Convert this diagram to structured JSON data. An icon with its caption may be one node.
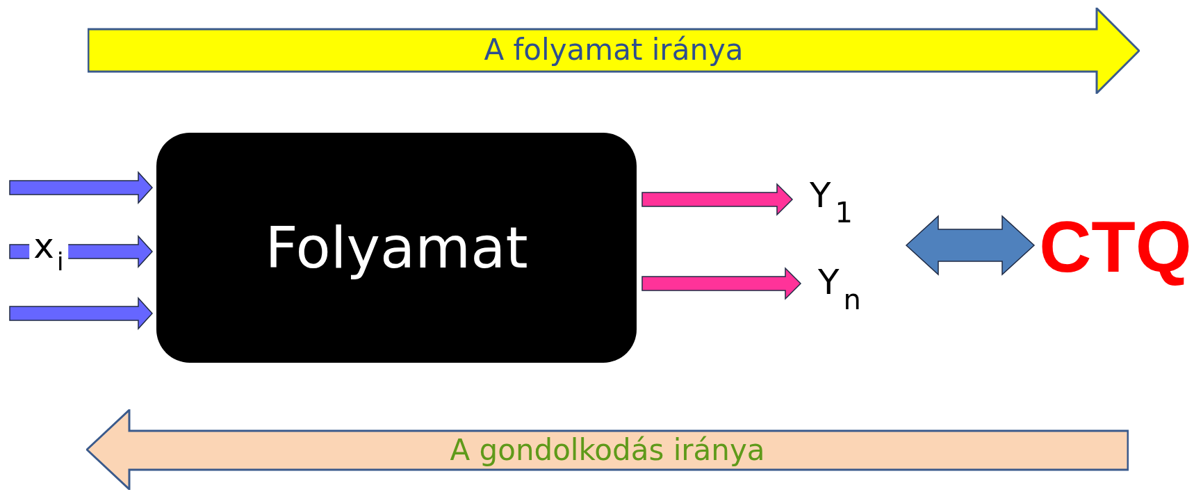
{
  "diagram": {
    "nodes": [
      {
        "text": [
          "A folyamat iránya"
        ]
      },
      {
        "text": [
          "Folyamat"
        ]
      },
      {
        "text": [
          "Y$_{1}$"
        ]
      },
      {
        "text": [
          "Y$_{n}$"
        ]
      },
      {
        "text": [
          "CTQ"
        ]
      },
      {
        "text": [
          "A gondolkodás iránya"
        ]
      }
    ],
    "edges": [
      {
        "from": null,
        "to": 1,
        "arrow": "to"
      },
      {
        "from": null,
        "to": 1,
        "arrow": "to",
        "label": "x$_{i}$"
      },
      {
        "from": null,
        "to": 1,
        "arrow": "to"
      },
      {
        "from": 1,
        "to": 2,
        "arrow": "to",
        "color": "#ff3399"
      },
      {
        "from": 1,
        "to": 3,
        "arrow": "to",
        "color": "#ff3399"
      },
      {
        "from": null,
        "to": 4,
        "arrow": "both",
        "color": "#4f81bd"
      }
    ]
  }
}
